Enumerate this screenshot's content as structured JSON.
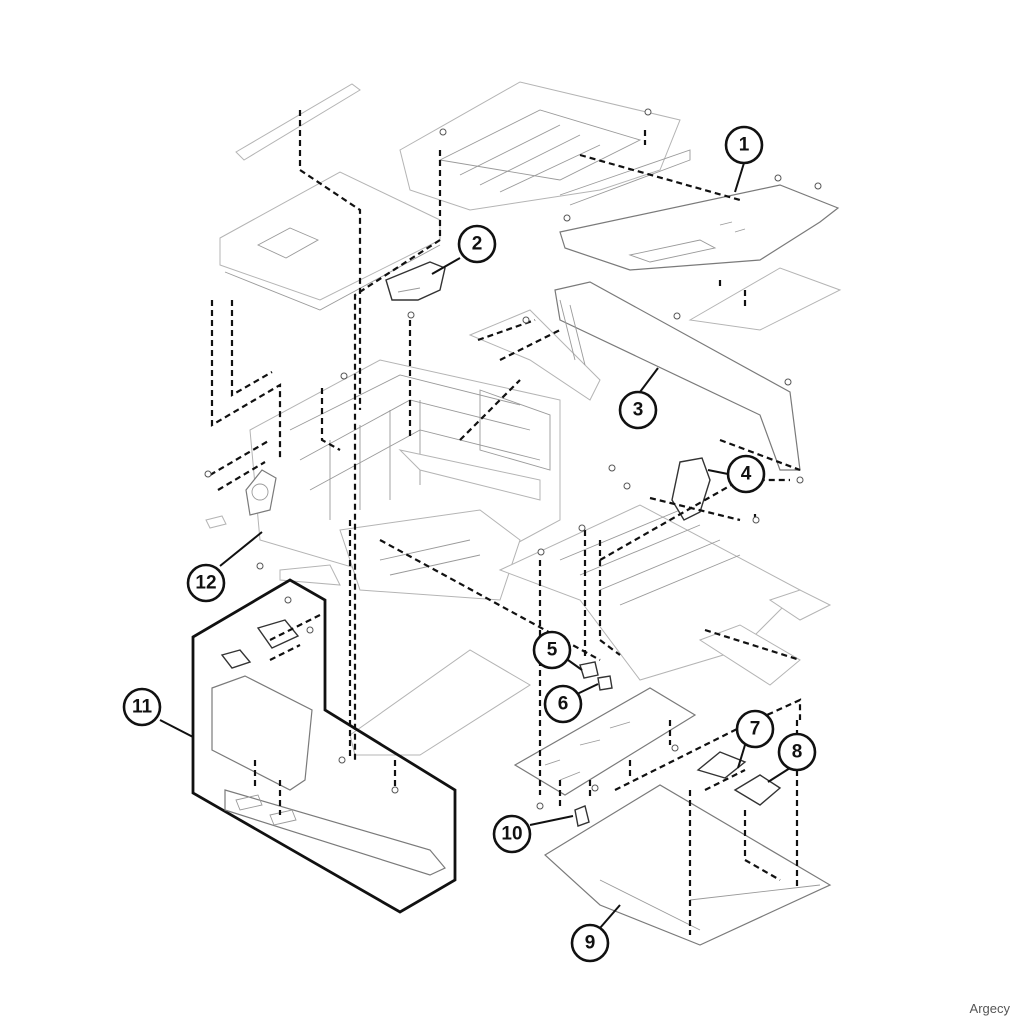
{
  "callouts": [
    {
      "id": "1",
      "label": "1"
    },
    {
      "id": "2",
      "label": "2"
    },
    {
      "id": "3",
      "label": "3"
    },
    {
      "id": "4",
      "label": "4"
    },
    {
      "id": "5",
      "label": "5"
    },
    {
      "id": "6",
      "label": "6"
    },
    {
      "id": "7",
      "label": "7"
    },
    {
      "id": "8",
      "label": "8"
    },
    {
      "id": "9",
      "label": "9"
    },
    {
      "id": "10",
      "label": "10"
    },
    {
      "id": "11",
      "label": "11"
    },
    {
      "id": "12",
      "label": "12"
    }
  ],
  "watermark": "Argecy"
}
